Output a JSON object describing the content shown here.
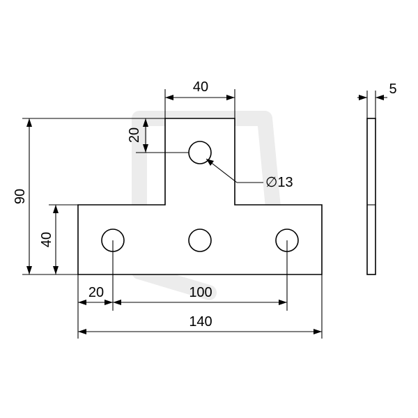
{
  "dimensions": {
    "tab_width": "40",
    "plate_thickness": "5",
    "tab_hole_offset": "20",
    "overall_height": "90",
    "base_height": "40",
    "hole_diameter": "∅13",
    "edge_to_hole": "20",
    "hole_spacing": "100",
    "overall_width": "140"
  }
}
